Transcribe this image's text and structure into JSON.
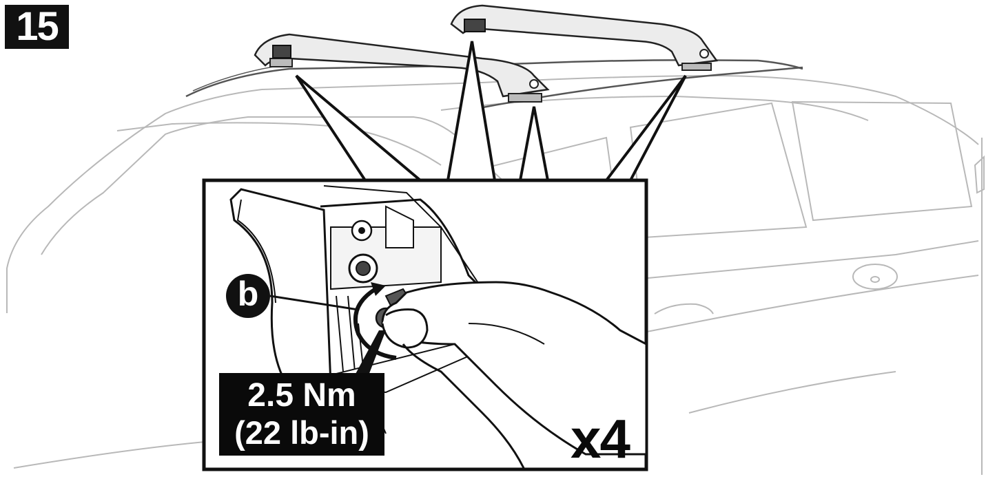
{
  "step": {
    "number": "15"
  },
  "callout": {
    "letter": "b"
  },
  "torque": {
    "metric": "2.5 Nm",
    "imperial": "(22 lb-in)"
  },
  "quantity": {
    "label": "x4"
  },
  "colors": {
    "ink": "#111111",
    "car_outline": "#b5b5b5",
    "bar_gray": "#d8d8d8",
    "background": "#ffffff"
  }
}
